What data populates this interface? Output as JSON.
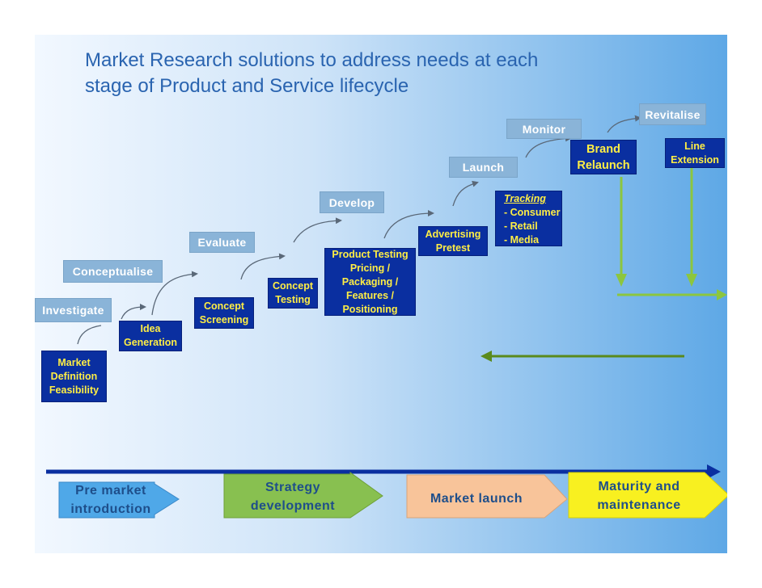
{
  "title": {
    "line1": "Market Research solutions to address needs at each",
    "line2": "stage of Product and Service lifecycle"
  },
  "stages": {
    "investigate": "Investigate",
    "conceptualise": "Conceptualise",
    "evaluate": "Evaluate",
    "develop": "Develop",
    "launch": "Launch",
    "monitor": "Monitor",
    "revitalise": "Revitalise"
  },
  "solutions": {
    "market_definition": [
      "Market",
      "Definition",
      "Feasibility"
    ],
    "idea_generation": [
      "Idea",
      "Generation"
    ],
    "concept_screening": [
      "Concept",
      "Screening"
    ],
    "concept_testing": [
      "Concept",
      "Testing"
    ],
    "product_testing": [
      "Product Testing",
      "Pricing /",
      "Packaging /",
      "Features /",
      "Positioning"
    ],
    "advertising_pretest": [
      "Advertising",
      "Pretest"
    ],
    "tracking": {
      "heading": "Tracking",
      "items": [
        "- Consumer",
        "- Retail",
        "- Media"
      ]
    },
    "brand_relaunch": [
      "Brand",
      "Relaunch"
    ],
    "line_extension": [
      "Line",
      "Extension"
    ]
  },
  "phases": {
    "pre_market": [
      "Pre market",
      "introduction"
    ],
    "strategy": [
      "Strategy",
      "development"
    ],
    "market_launch": [
      "Market launch"
    ],
    "maturity": [
      "Maturity and",
      "maintenance"
    ]
  },
  "colors": {
    "title": "#2a64b0",
    "stage_label": "#8ab4d8",
    "solution_box": "#0a2fa0",
    "timeline": "#0a2fa0",
    "green_arrow": "#8cc63f",
    "dark_green_arrow": "#5a8a1c",
    "pre_market": "#4fa8e8",
    "strategy": "#88c050",
    "market_launch": "#f8c49a",
    "maturity": "#f8f020"
  }
}
